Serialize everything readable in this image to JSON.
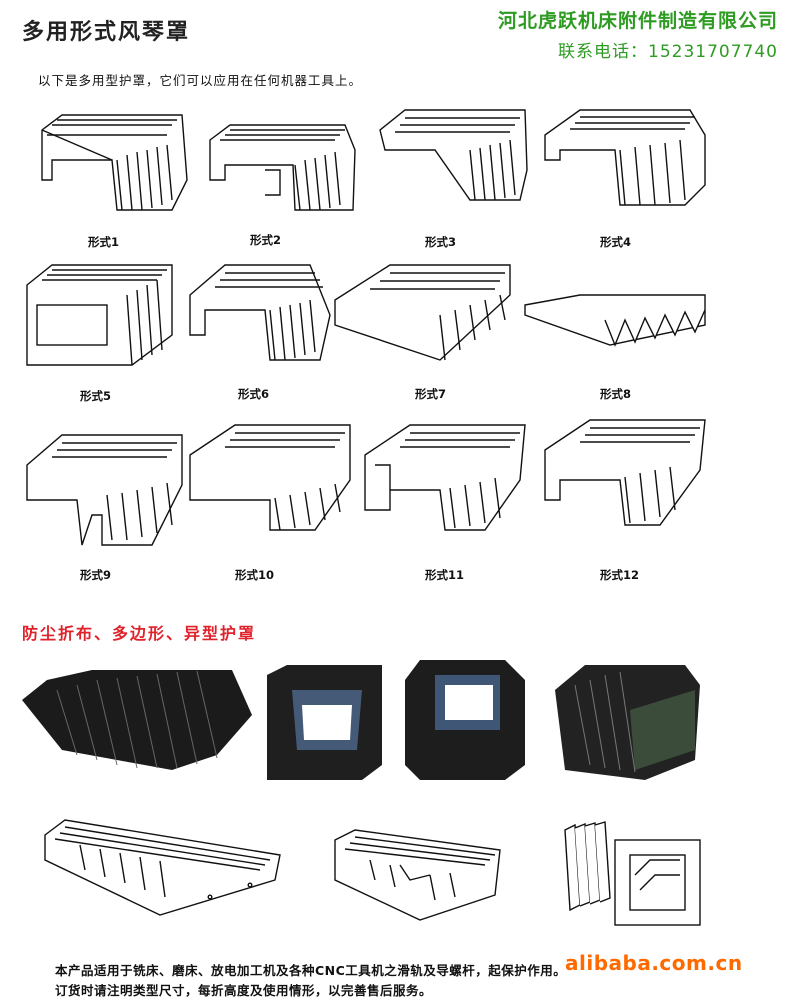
{
  "header": {
    "title": "多用形式风琴罩",
    "company": "河北虎跃机床附件制造有限公司",
    "phone": "联系电话：15231707740"
  },
  "intro": "以下是多用型护罩，它们可以应用在任何机器工具上。",
  "forms": [
    {
      "label": "形式1"
    },
    {
      "label": "形式2"
    },
    {
      "label": "形式3"
    },
    {
      "label": "形式4"
    },
    {
      "label": "形式5"
    },
    {
      "label": "形式6"
    },
    {
      "label": "形式7"
    },
    {
      "label": "形式8"
    },
    {
      "label": "形式9"
    },
    {
      "label": "形式10"
    },
    {
      "label": "形式11"
    },
    {
      "label": "形式12"
    }
  ],
  "section2_title": "防尘折布、多边形、异型护罩",
  "footer": {
    "line1": "本产品适用于铣床、磨床、放电加工机及各种CNC工具机之滑轨及导螺杆，起保护作用。",
    "line2": "订货时请注明类型尺寸，每折高度及使用情形，以完善售后服务。"
  },
  "watermark": "alibaba.com.cn"
}
